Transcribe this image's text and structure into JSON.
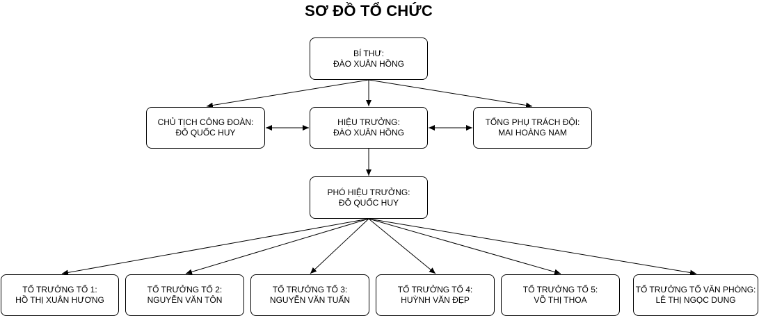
{
  "title": "SƠ ĐỒ TỔ CHỨC",
  "nodes": {
    "bi_thu": {
      "role": "BÍ THƯ:",
      "name": "ĐÀO XUÂN HỒNG"
    },
    "chu_tich": {
      "role": "CHỦ TỊCH CÔNG ĐOÀN:",
      "name": "ĐỖ QUỐC HUY"
    },
    "hieu_truong": {
      "role": "HIỆU TRƯỞNG:",
      "name": "ĐÀO XUÂN HỒNG"
    },
    "tong_phu_trach": {
      "role": "TỔNG PHỤ TRÁCH ĐỘI:",
      "name": "MAI HOÀNG NAM"
    },
    "pho_hieu_truong": {
      "role": "PHÓ HIỆU TRƯỞNG:",
      "name": "ĐỖ QUỐC HUY"
    },
    "to_1": {
      "role": "TỔ TRƯỞNG TỔ 1:",
      "name": "HỒ THỊ XUÂN HƯƠNG"
    },
    "to_2": {
      "role": "TỔ TRƯỞNG TỔ 2:",
      "name": "NGUYỄN VĂN TÔN"
    },
    "to_3": {
      "role": "TỔ TRƯỞNG TỔ 3:",
      "name": "NGUYỄN VĂN TUẤN"
    },
    "to_4": {
      "role": "TỔ TRƯỞNG TỔ 4:",
      "name": "HUỲNH VĂN ĐẸP"
    },
    "to_5": {
      "role": "TỔ TRƯỞNG TỔ 5:",
      "name": "VÕ THỊ THOA"
    },
    "to_van_phong": {
      "role": "TỔ TRƯỞNG TỔ VĂN PHÒNG:",
      "name": "LÊ THỊ NGỌC DUNG"
    }
  }
}
